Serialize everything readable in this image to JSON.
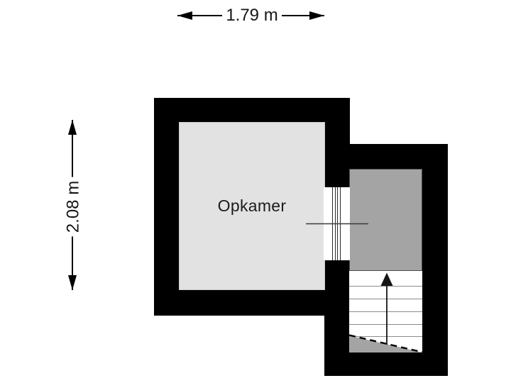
{
  "plan": {
    "room": {
      "label": "Opkamer"
    },
    "dimensions": {
      "width": {
        "label": "1.79 m"
      },
      "height": {
        "label": "2.08 m"
      }
    },
    "stairs": {
      "direction": "up",
      "visible_treads": 6
    }
  },
  "colors": {
    "background": "#ffffff",
    "wall": "#000000",
    "floor": "#e2e2e2",
    "landing": "#a4a4a4",
    "line": "#111111"
  }
}
